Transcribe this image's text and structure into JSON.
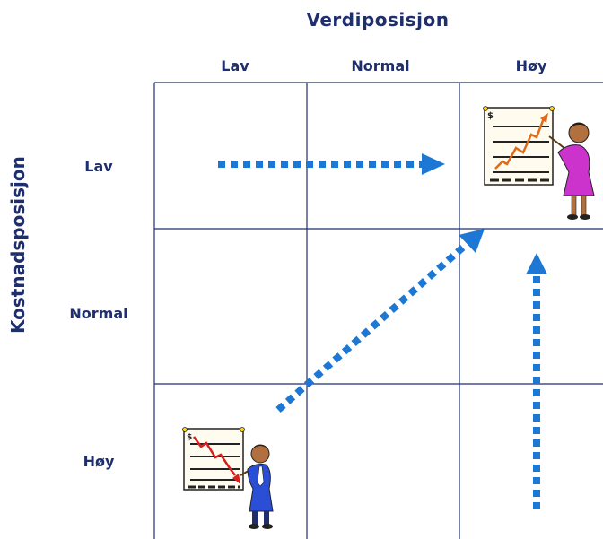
{
  "title_top": "Verdiposisjon",
  "title_left": "Kostnadsposisjon",
  "columns": [
    "Lav",
    "Normal",
    "Høy"
  ],
  "rows": [
    "Lav",
    "Normal",
    "Høy"
  ],
  "colors": {
    "text": "#1f2f6e",
    "grid": "#1f2f6e",
    "arrow": "#1c78d4",
    "chart_up": "#e06b1a",
    "chart_down": "#d81e1e",
    "woman_dress": "#cc33cc",
    "man_suit": "#2a4fd6"
  },
  "icons": [
    "dotted-arrow-right",
    "dotted-arrow-diagonal",
    "dotted-arrow-up",
    "presenter-growth-chart",
    "presenter-decline-chart"
  ],
  "chart_symbol": "$"
}
